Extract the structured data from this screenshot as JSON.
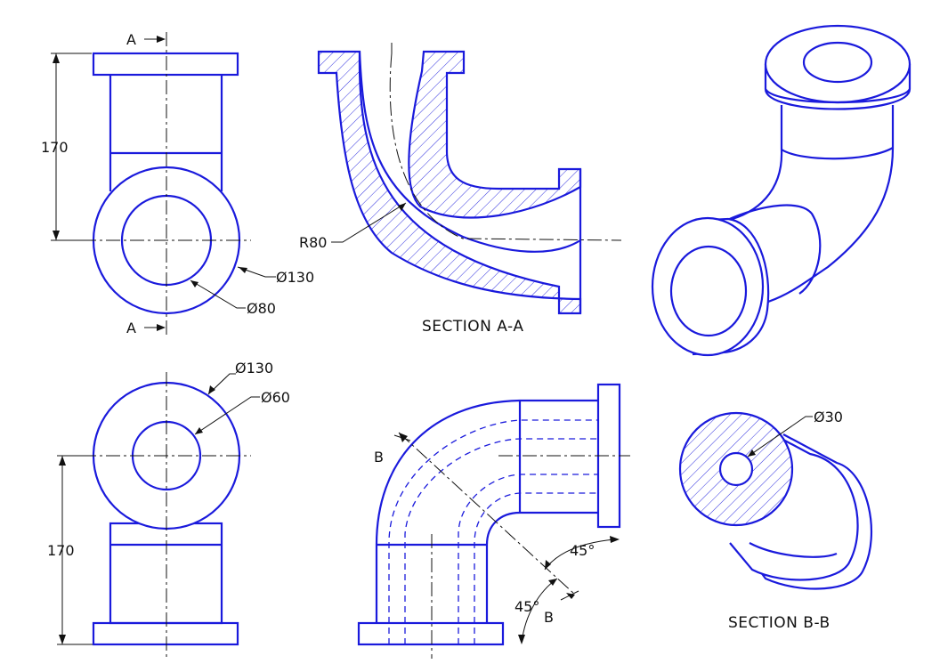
{
  "front_view": {
    "cutting_plane_label_top": "A",
    "cutting_plane_label_bottom": "A",
    "height_dimension": "170",
    "outer_diameter": "Ø130",
    "inner_diameter": "Ø80"
  },
  "section_aa": {
    "radius_dimension": "R80",
    "title": "SECTION A-A"
  },
  "plan_view": {
    "outer_diameter": "Ø130",
    "inner_diameter": "Ø60",
    "height_dimension": "170"
  },
  "side_view": {
    "cutting_plane_label_top": "B",
    "cutting_plane_label_bottom": "B",
    "angle_upper": "45°",
    "angle_lower": "45°"
  },
  "section_bb": {
    "bore_diameter": "Ø30",
    "title": "SECTION B-B"
  },
  "colors": {
    "line": "#1a1adc",
    "dimension": "#111111",
    "background": "#ffffff"
  }
}
